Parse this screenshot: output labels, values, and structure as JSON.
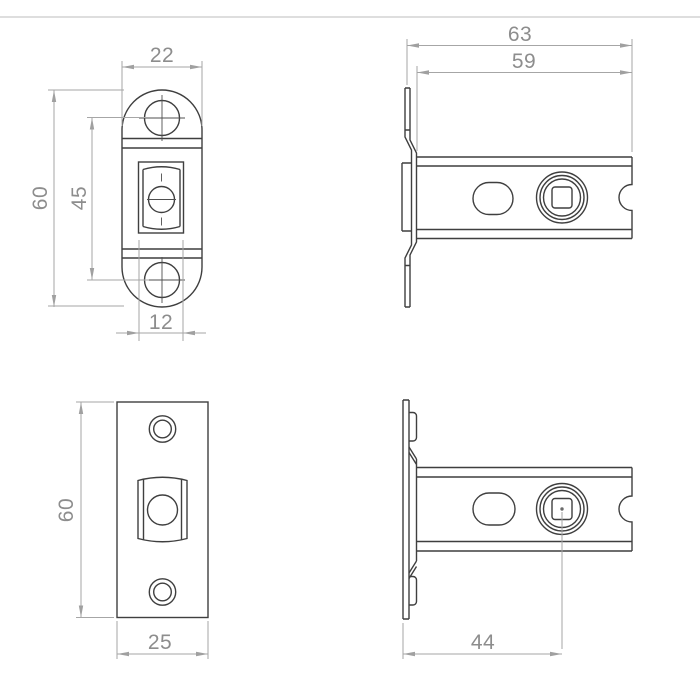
{
  "drawing": {
    "type": "technical-drawing",
    "subject": "tubular latch with radius and square faceplates, four orthographic views",
    "views": {
      "faceplate_radius_front": {
        "name": "radius faceplate front view",
        "dims": {
          "width": "22",
          "height": "60",
          "screw_centres": "45",
          "bolt_width": "12"
        }
      },
      "latch_radius_side": {
        "name": "latch side view with radius forend",
        "dims": {
          "overall_length": "63",
          "case_length": "59"
        }
      },
      "faceplate_square_front": {
        "name": "square faceplate front view",
        "dims": {
          "height": "60",
          "width": "25"
        }
      },
      "latch_square_side": {
        "name": "latch side view with square faceplate",
        "dims": {
          "backset": "44"
        }
      }
    },
    "colors": {
      "outline": "#3f3f3f",
      "dimension_line": "#a6a6a6",
      "dimension_text": "#8d8d8d",
      "top_border": "#c9c9c9",
      "background": "#ffffff"
    }
  }
}
